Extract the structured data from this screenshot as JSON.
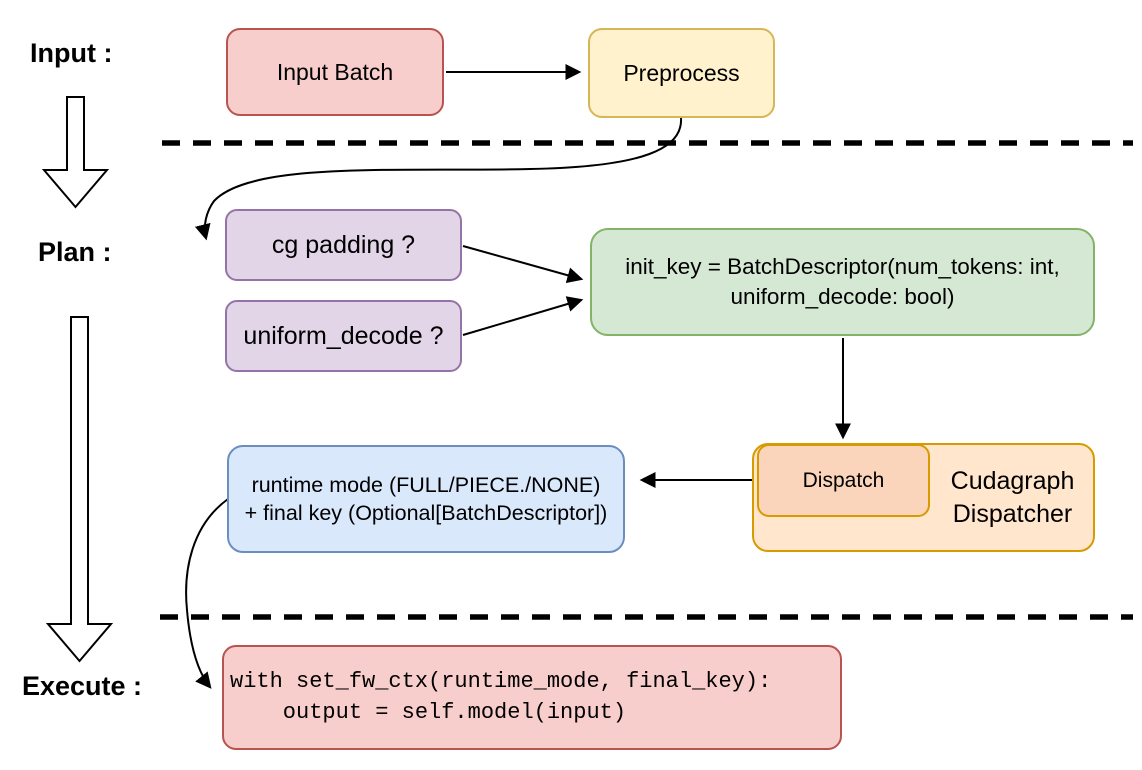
{
  "diagram_title": "Cudagraph dispatch pipeline (Input / Plan / Execute)",
  "sections": {
    "input": {
      "label": "Input :"
    },
    "plan": {
      "label": "Plan :"
    },
    "execute": {
      "label": "Execute :"
    }
  },
  "nodes": {
    "input_batch": {
      "label": "Input Batch",
      "fill": "#F8CECC",
      "stroke": "#B85450"
    },
    "preprocess": {
      "label": "Preprocess",
      "fill": "#FFF2CC",
      "stroke": "#D6B656"
    },
    "cg_padding": {
      "label": "cg padding ?",
      "fill": "#E1D5E7",
      "stroke": "#9673A6"
    },
    "uniform_decode": {
      "label": "uniform_decode ?",
      "fill": "#E1D5E7",
      "stroke": "#9673A6"
    },
    "init_key": {
      "line1": "init_key = BatchDescriptor(num_tokens: int,",
      "line2": "uniform_decode: bool)",
      "fill": "#D5E8D4",
      "stroke": "#82B366"
    },
    "dispatch": {
      "label": "Dispatch",
      "fill": "#FBD5BB",
      "stroke": "#D79B00"
    },
    "cudagraph_dispatcher": {
      "line1": "Cudagraph",
      "line2": "Dispatcher",
      "fill": "#FFE6CC",
      "stroke": "#D79B00"
    },
    "runtime_mode": {
      "line1": "runtime mode (FULL/PIECE./NONE)",
      "line2": "+ final key (Optional[BatchDescriptor])",
      "fill": "#DAE8FC",
      "stroke": "#6C8EBF"
    },
    "execute_code": {
      "line1": "with set_fw_ctx(runtime_mode, final_key):",
      "line2": "    output = self.model(input)",
      "fill": "#F8CECC",
      "stroke": "#B85450"
    }
  },
  "connectors": {
    "arrow_color": "#000000",
    "separator_style": "dashed"
  }
}
